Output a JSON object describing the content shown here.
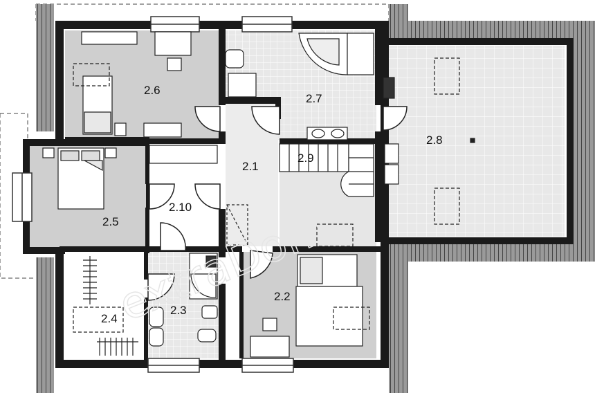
{
  "plan": {
    "rooms": [
      {
        "id": "2.1",
        "label": "2.1"
      },
      {
        "id": "2.2",
        "label": "2.2"
      },
      {
        "id": "2.3",
        "label": "2.3"
      },
      {
        "id": "2.4",
        "label": "2.4"
      },
      {
        "id": "2.5",
        "label": "2.5"
      },
      {
        "id": "2.6",
        "label": "2.6"
      },
      {
        "id": "2.7",
        "label": "2.7"
      },
      {
        "id": "2.8",
        "label": "2.8"
      },
      {
        "id": "2.9",
        "label": "2.9"
      },
      {
        "id": "2.10",
        "label": "2.10"
      }
    ],
    "watermark": "extraDom",
    "colors": {
      "wall": "#1a1a1a",
      "floor_grey": "#cfcfcf",
      "floor_light": "#e8e8e8",
      "floor_white": "#ffffff",
      "tile_line": "#ffffff",
      "roof_hatch": "#555555",
      "furniture": "#ffffff",
      "outline": "#222222"
    }
  }
}
